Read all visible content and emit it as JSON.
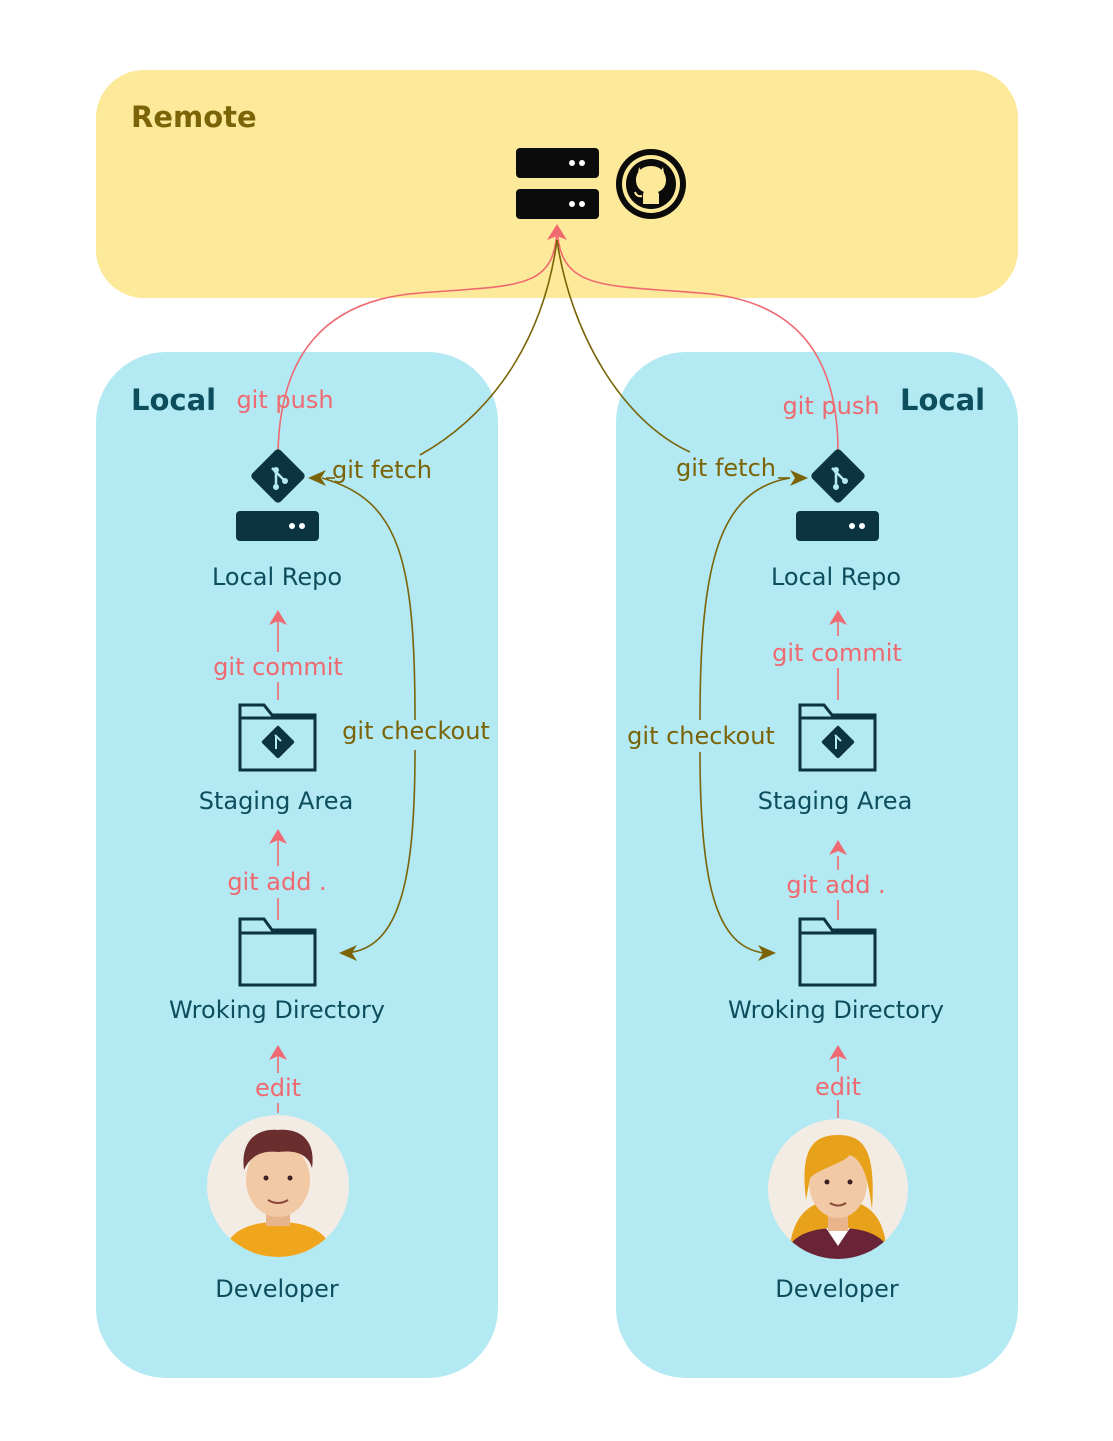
{
  "remote": {
    "title": "Remote"
  },
  "local_left": {
    "title": "Local",
    "nodes": {
      "local_repo": "Local Repo",
      "staging_area": "Staging Area",
      "working_directory": "Wroking Directory",
      "developer": "Developer"
    },
    "commands": {
      "push": "git push",
      "fetch": "git fetch",
      "commit": "git commit",
      "add": "git add .",
      "checkout": "git checkout",
      "edit": "edit"
    }
  },
  "local_right": {
    "title": "Local",
    "nodes": {
      "local_repo": "Local Repo",
      "staging_area": "Staging Area",
      "working_directory": "Wroking Directory",
      "developer": "Developer"
    },
    "commands": {
      "push": "git push",
      "fetch": "git fetch",
      "commit": "git commit",
      "add": "git add .",
      "checkout": "git checkout",
      "edit": "edit"
    }
  },
  "colors": {
    "remote_bg": "#fde99a",
    "local_bg": "#b3e9f2",
    "remote_title": "#7a6407",
    "local_title": "#0d4e5e",
    "red_arrow": "#ef6a70",
    "olive_arrow": "#7a6407",
    "icon_dark": "#0b3440"
  },
  "icons": [
    "server-icon",
    "github-icon",
    "git-icon",
    "git-folder-icon",
    "folder-icon",
    "developer-male-avatar",
    "developer-female-avatar"
  ]
}
